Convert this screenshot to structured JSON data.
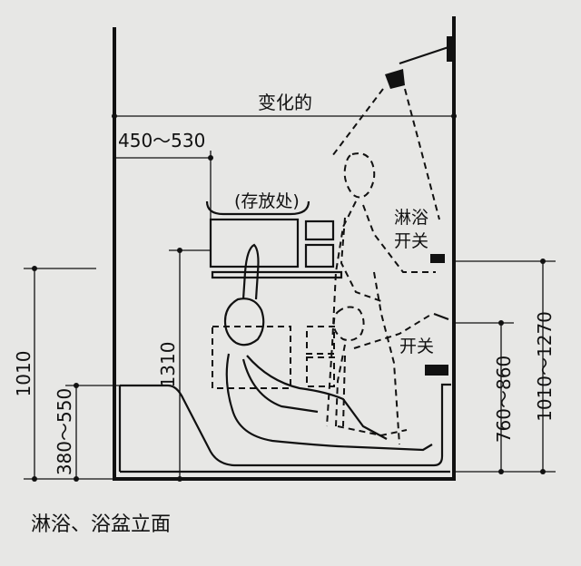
{
  "labels": {
    "width_variable": "变化的",
    "shelf_offset": "450～530",
    "storage": "(存放处)",
    "shower_switch": [
      "淋浴",
      "开关"
    ],
    "switch": "开关",
    "left_outer_dim": "1010",
    "left_inner_dim": "380～550",
    "middle_dim": "1310",
    "right_inner_dim": "760～860",
    "right_outer_dim": "1010～1270"
  },
  "caption": "淋浴、浴盆立面"
}
